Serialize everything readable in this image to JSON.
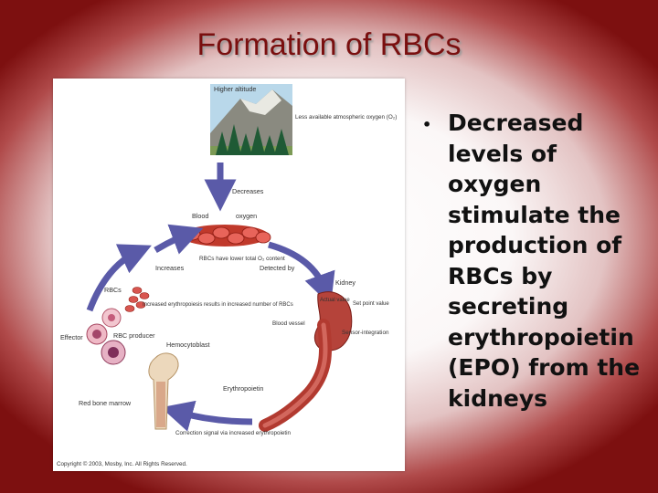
{
  "slide": {
    "title": "Formation of RBCs",
    "bullet": "Decreased levels of oxygen stimulate the production of RBCs by secreting erythropoietin (EPO) from the kidneys"
  },
  "figure": {
    "labels": {
      "higher_altitude": "Higher altitude",
      "less_oxygen": "Less available atmospheric oxygen (O₂)",
      "decreases": "Decreases",
      "blood": "Blood",
      "oxygen": "oxygen",
      "rbcs_have_lower": "RBCs have lower total O₂ content",
      "increases": "Increases",
      "detected_by": "Detected by",
      "kidney": "Kidney",
      "rbcs": "RBCs",
      "increased_erythropoiesis": "Increased erythropoiesis results in increased number of RBCs",
      "actual_value": "Actual value",
      "set_point_value": "Set point value",
      "blood_vessel": "Blood vessel",
      "sensor_integration": "Sensor-integration",
      "effector": "Effector",
      "rbc_producer": "RBC producer",
      "hemocytoblast": "Hemocytoblast",
      "erythropoietin": "Erythropoietin",
      "red_bone_marrow": "Red bone marrow",
      "correction_signal": "Correction signal via increased erythropoietin",
      "copyright": "Copyright © 2003, Mosby, Inc. All Rights Reserved."
    }
  }
}
